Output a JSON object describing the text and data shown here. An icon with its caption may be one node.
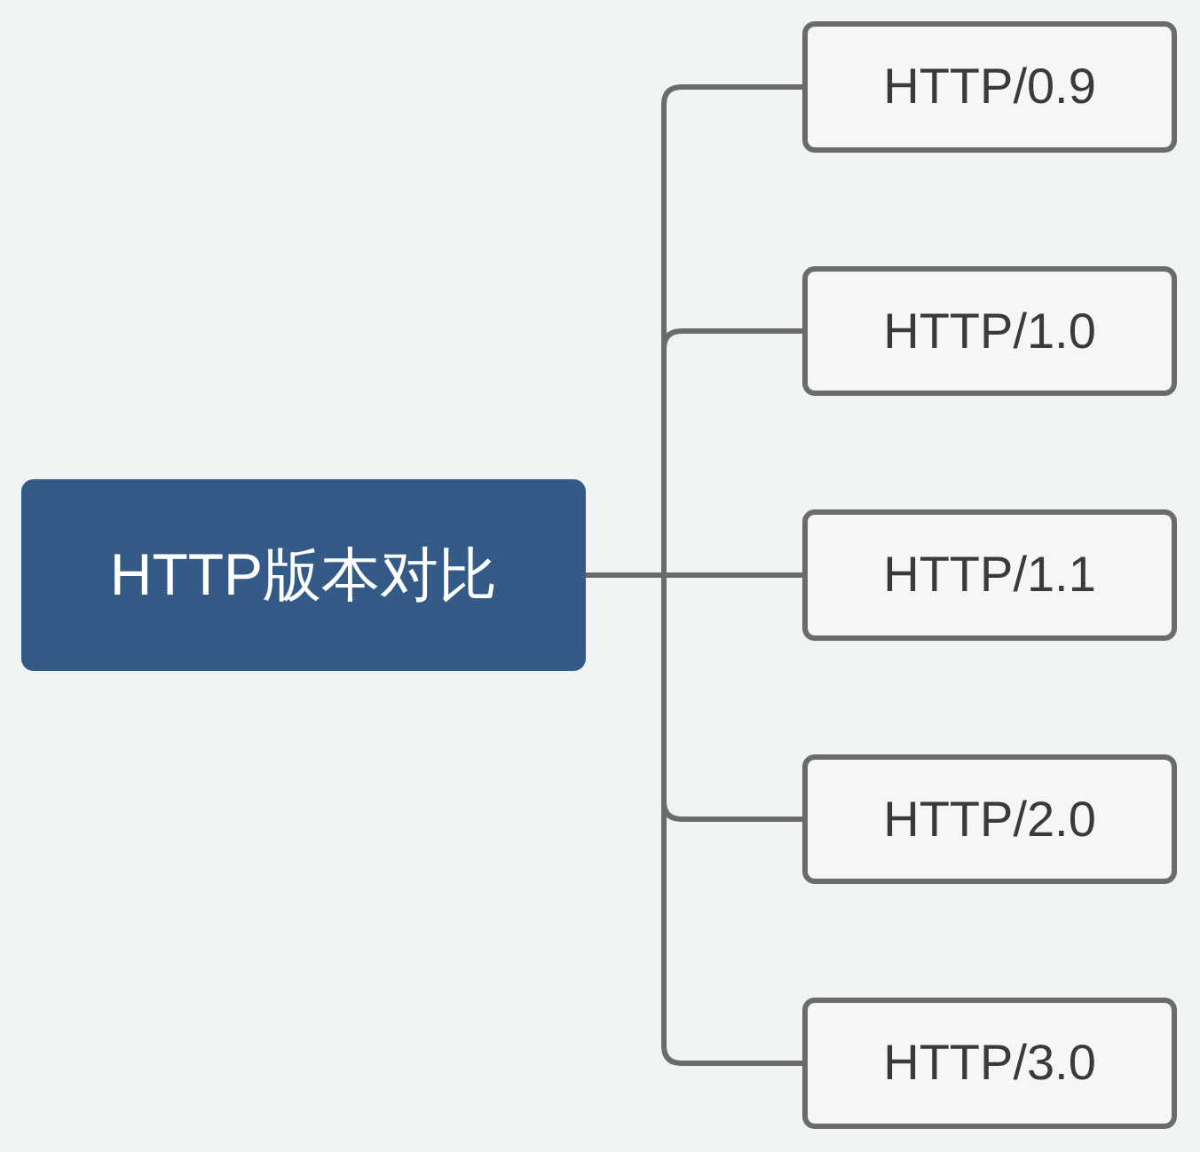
{
  "diagram": {
    "nodes": [
      {
        "text": [
          "HTTP版本对比"
        ]
      },
      {
        "text": [
          "HTTP/0.9"
        ]
      },
      {
        "text": [
          "HTTP/1.0"
        ]
      },
      {
        "text": [
          "HTTP/1.1"
        ]
      },
      {
        "text": [
          "HTTP/2.0"
        ]
      },
      {
        "text": [
          "HTTP/3.0"
        ]
      }
    ],
    "edges": [
      {
        "from": 0,
        "to": 1,
        "arrow": "none"
      },
      {
        "from": 0,
        "to": 2,
        "arrow": "none"
      },
      {
        "from": 0,
        "to": 3,
        "arrow": "none"
      },
      {
        "from": 0,
        "to": 4,
        "arrow": "none"
      },
      {
        "from": 0,
        "to": 5,
        "arrow": "none"
      }
    ]
  }
}
